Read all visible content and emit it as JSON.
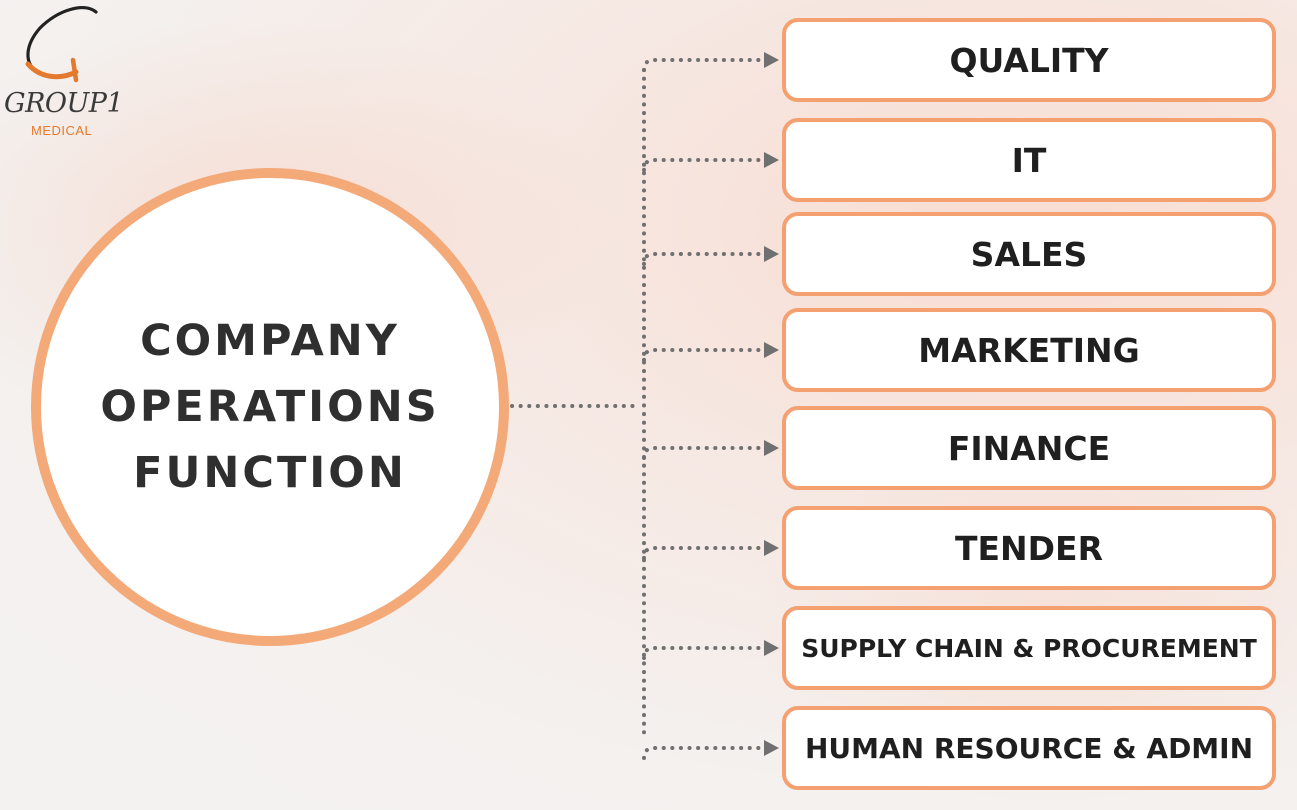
{
  "logo": {
    "wordmark": "GROUP1",
    "subtitle": "MEDICAL"
  },
  "hub": {
    "lines": [
      "COMPANY",
      "OPERATIONS",
      "FUNCTION"
    ]
  },
  "departments": [
    {
      "label": "QUALITY"
    },
    {
      "label": "IT"
    },
    {
      "label": "SALES"
    },
    {
      "label": "MARKETING"
    },
    {
      "label": "FINANCE"
    },
    {
      "label": "TENDER"
    },
    {
      "label": "SUPPLY CHAIN & PROCUREMENT"
    },
    {
      "label": "HUMAN RESOURCE & ADMIN"
    }
  ],
  "colors": {
    "accent": "#f4a070",
    "connector": "#707070",
    "text": "#1f1f1f",
    "logo_orange": "#e47a2e"
  }
}
